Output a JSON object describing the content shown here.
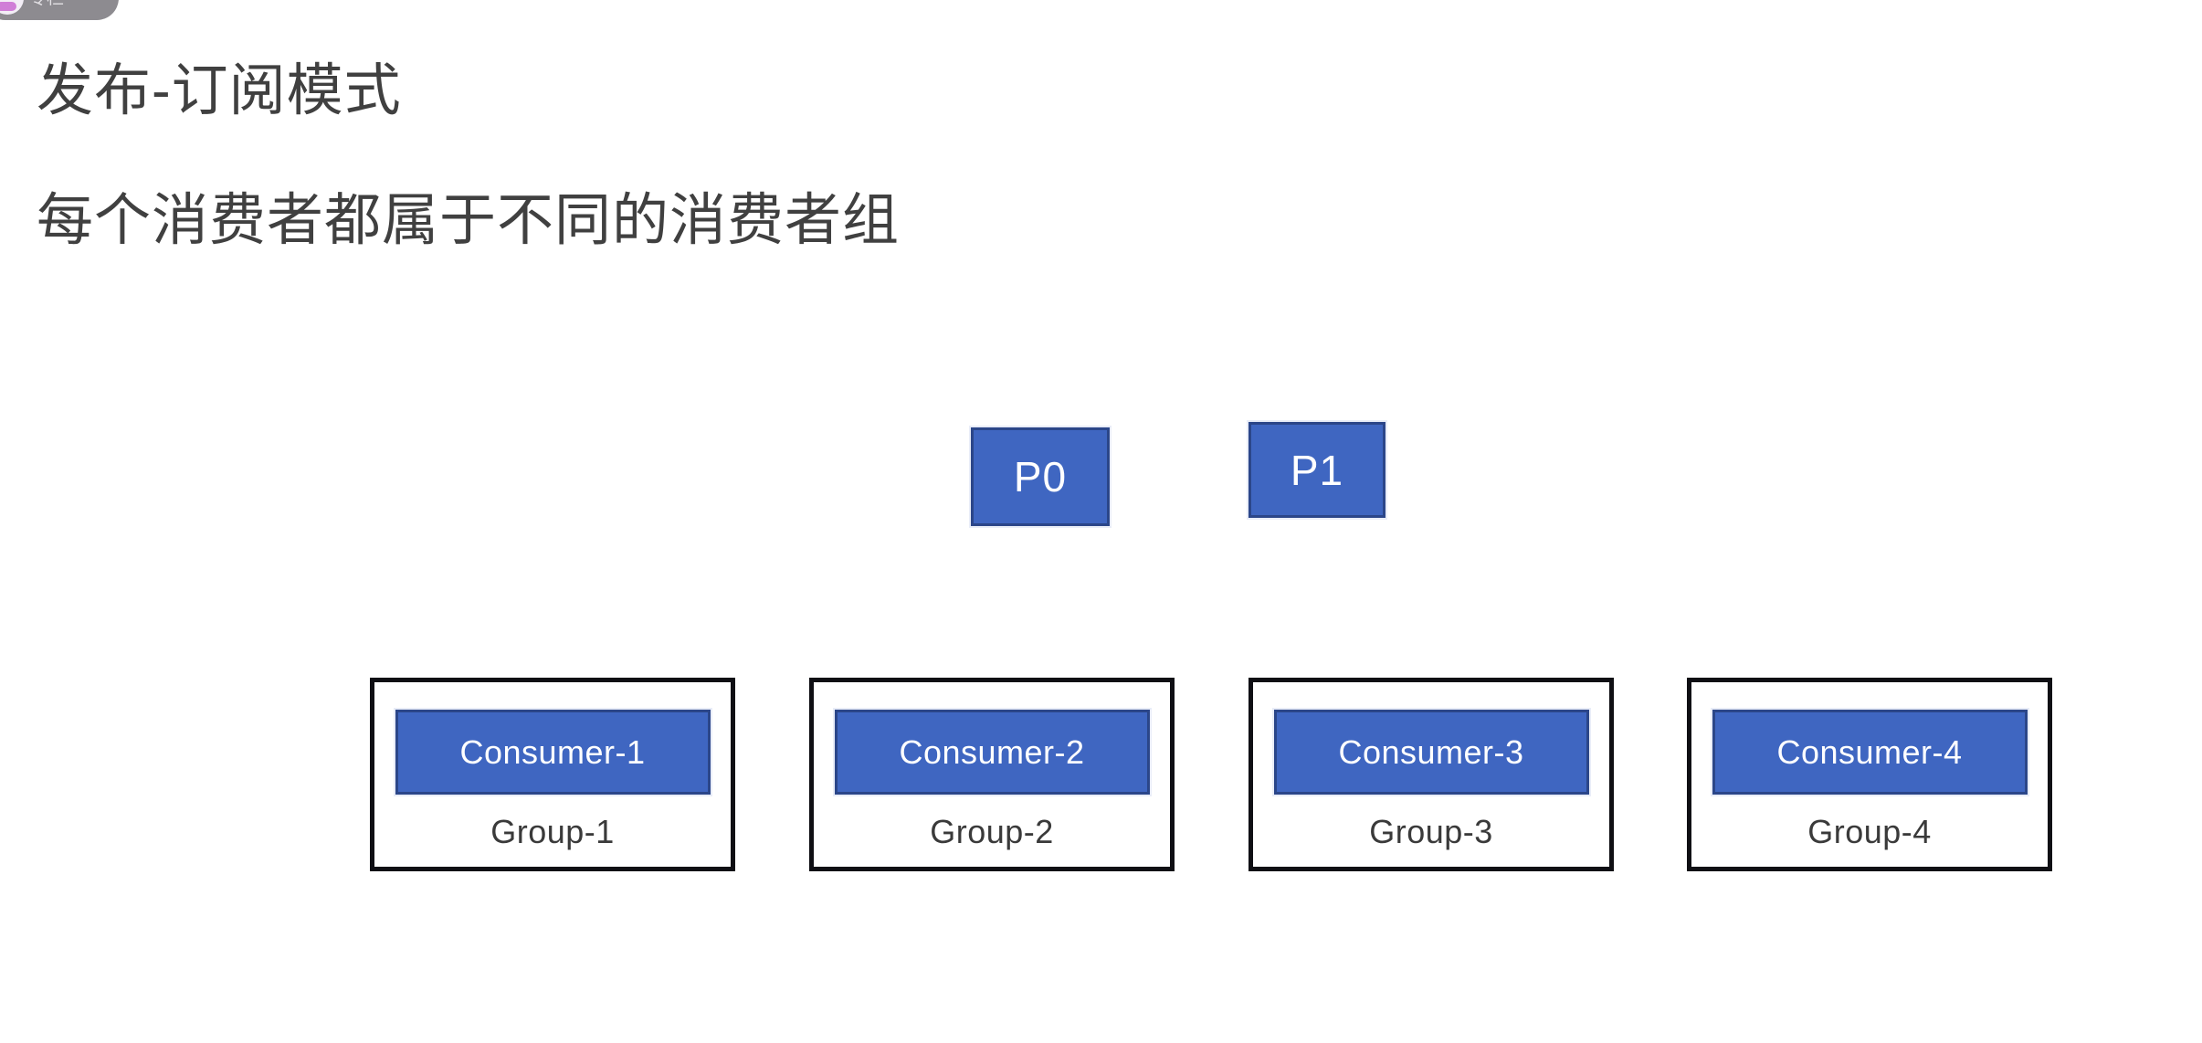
{
  "slide": {
    "background_color": "#ffffff",
    "title": "发布-订阅模式",
    "subtitle": "每个消费者都属于不同的消费者组"
  },
  "watermark": {
    "label": "专栏",
    "avatar_icon": "user-avatar-icon",
    "background_color": "#8d8b90"
  },
  "colors": {
    "box_fill": "#3f66c1",
    "box_border": "#2b4689",
    "group_border": "#0f0f14",
    "text_dark": "#404040",
    "box_text": "#ffffff"
  },
  "diagram": {
    "partitions": [
      {
        "label": "P0"
      },
      {
        "label": "P1"
      }
    ],
    "groups": [
      {
        "consumer": "Consumer-1",
        "group": "Group-1"
      },
      {
        "consumer": "Consumer-2",
        "group": "Group-2"
      },
      {
        "consumer": "Consumer-3",
        "group": "Group-3"
      },
      {
        "consumer": "Consumer-4",
        "group": "Group-4"
      }
    ]
  }
}
